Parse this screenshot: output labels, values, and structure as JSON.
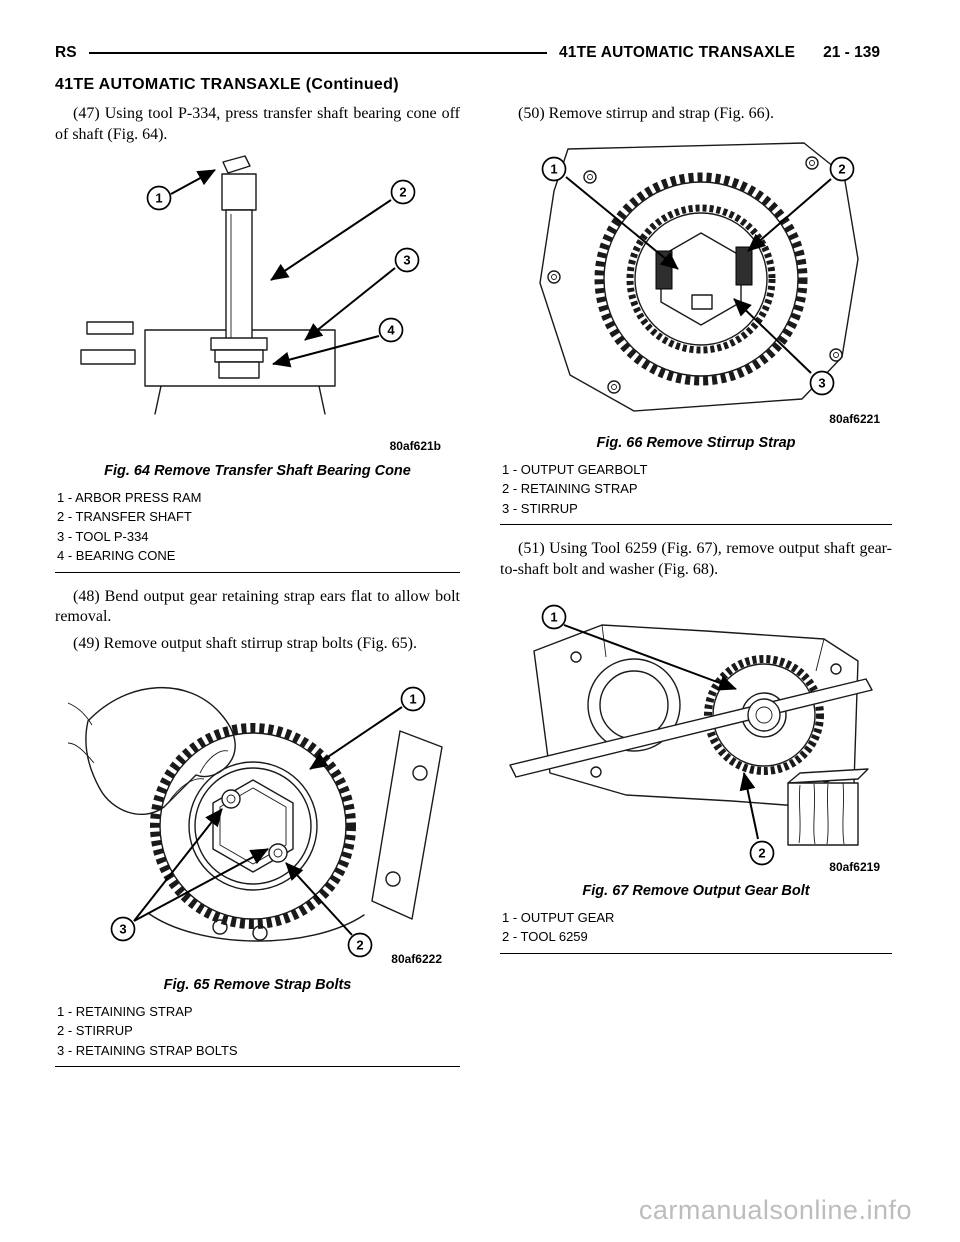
{
  "header": {
    "doc_code": "RS",
    "section_title": "41TE AUTOMATIC TRANSAXLE",
    "page_number": "21 - 139",
    "continued_title": "41TE AUTOMATIC TRANSAXLE (Continued)"
  },
  "left_column": {
    "para_47": "(47) Using tool P-334, press transfer shaft bearing cone off of shaft (Fig. 64).",
    "fig64": {
      "code": "80af621b",
      "caption": "Fig. 64 Remove Transfer Shaft Bearing Cone",
      "callouts": [
        "1",
        "2",
        "3",
        "4"
      ],
      "legend": [
        "1 - ARBOR PRESS RAM",
        "2 - TRANSFER SHAFT",
        "3 - TOOL P-334",
        "4 - BEARING CONE"
      ]
    },
    "para_48": "(48) Bend output gear retaining strap ears flat to allow bolt removal.",
    "para_49": "(49) Remove output shaft stirrup strap bolts (Fig. 65).",
    "fig65": {
      "code": "80af6222",
      "caption": "Fig. 65 Remove Strap Bolts",
      "callouts": [
        "1",
        "2",
        "3"
      ],
      "legend": [
        "1 - RETAINING STRAP",
        "2 - STIRRUP",
        "3 - RETAINING STRAP BOLTS"
      ]
    }
  },
  "right_column": {
    "para_50": "(50) Remove stirrup and strap (Fig. 66).",
    "fig66": {
      "code": "80af6221",
      "caption": "Fig. 66 Remove Stirrup Strap",
      "callouts": [
        "1",
        "2",
        "3"
      ],
      "legend": [
        "1 - OUTPUT GEARBOLT",
        "2 - RETAINING STRAP",
        "3 - STIRRUP"
      ]
    },
    "para_51": "(51) Using Tool 6259 (Fig. 67), remove output shaft gear-to-shaft bolt and washer (Fig. 68).",
    "fig67": {
      "code": "80af6219",
      "caption": "Fig. 67 Remove Output Gear Bolt",
      "callouts": [
        "1",
        "2"
      ],
      "legend": [
        "1 - OUTPUT GEAR",
        "2 - TOOL 6259"
      ]
    }
  },
  "watermark": "carmanualsonline.info"
}
